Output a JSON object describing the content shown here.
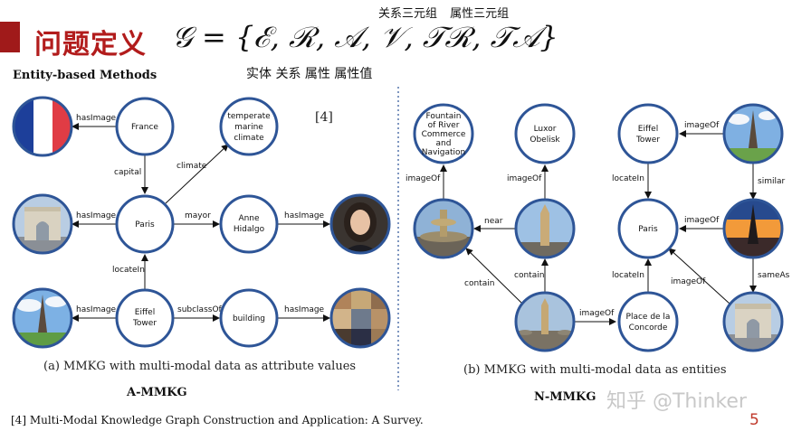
{
  "header": {
    "title": "问题定义",
    "formula": "𝒢 = {ℰ, ℛ, 𝒜, 𝒱, 𝒯ℛ, 𝒯𝒜}",
    "triple_labels": [
      "关系三元组",
      "属性三元组"
    ],
    "element_labels": "实体 关系 属性 属性值"
  },
  "left_panel": {
    "heading": "Entity-based Methods",
    "ref_mark": "[4]",
    "nodes": {
      "france": "France",
      "climate_node": [
        "temperate",
        "marine",
        "climate"
      ],
      "paris": "Paris",
      "anne": [
        "Anne",
        "Hidalgo"
      ],
      "eiffel": [
        "Eiffel",
        "Tower"
      ],
      "building": "building"
    },
    "edges": {
      "has_image_france": "hasImage",
      "capital": "capital",
      "climate": "climate",
      "has_image_paris": "hasImage",
      "mayor": "mayor",
      "has_image_anne": "hasImage",
      "located_in": "locateIn",
      "has_image_eiffel": "hasImage",
      "subclass_of": "subclassOf",
      "has_image_building": "hasImage"
    },
    "caption": "(a) MMKG with multi-modal data as attribute values",
    "sub_label": "A-MMKG"
  },
  "right_panel": {
    "nodes": {
      "fountain": [
        "Fountain",
        "of River",
        "Commerce",
        "and",
        "Navigation"
      ],
      "luxor": [
        "Luxor",
        "Obelisk"
      ],
      "eiffel": [
        "Eiffel",
        "Tower"
      ],
      "paris": "Paris",
      "concorde": [
        "Place de la",
        "Concorde"
      ]
    },
    "edges": {
      "image_of_fountain": "imageOf",
      "image_of_luxor": "imageOf",
      "located_in_eiffel": "locateIn",
      "image_of_eiffel": "imageOf",
      "similar": "similar",
      "near": "near",
      "contain_luxor": "contain",
      "contain_fountain": "contain",
      "image_of_paris_sunset": "imageOf",
      "located_in_concorde": "locateIn",
      "image_of_arc": "imageOf",
      "same_as": "sameAs",
      "image_of_concorde": "imageOf"
    },
    "caption": "(b) MMKG with multi-modal data as entities",
    "sub_label": "N-MMKG"
  },
  "footer": {
    "footnote": "[4] Multi-Modal Knowledge Graph Construction and Application: A Survey.",
    "page_number": "5",
    "watermark": "知乎 @Thinker"
  },
  "colors": {
    "title_red": "#b21c1c",
    "node_border": "#2e5597",
    "divider": "#3a5f9e"
  }
}
